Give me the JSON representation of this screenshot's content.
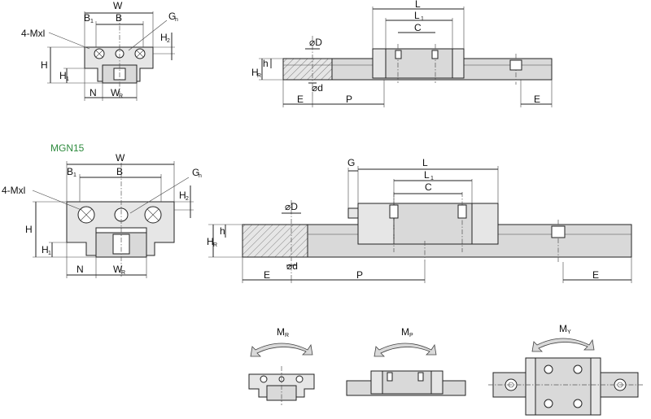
{
  "section_title": "MGN15",
  "labels": {
    "W": "W",
    "B": "B",
    "B1": "B",
    "B1_sub": "1",
    "Gn": "G",
    "Gn_sub": "n",
    "MxL": "4-Mxl",
    "H": "H",
    "H1": "H",
    "H1_sub": "1",
    "H2": "H",
    "H2_sub": "2",
    "N": "N",
    "WR": "W",
    "WR_sub": "R",
    "L": "L",
    "L1": "L",
    "L1_sub": "1",
    "C": "C",
    "D": "⌀D",
    "d": "⌀d",
    "h": "h",
    "HR": "H",
    "HR_sub": "R",
    "E": "E",
    "P": "P",
    "G": "G"
  },
  "moments": {
    "MR": "M",
    "MR_sub": "R",
    "MP": "M",
    "MP_sub": "P",
    "MY": "M",
    "MY_sub": "Y"
  },
  "colors": {
    "line": "#222222",
    "fill": "#e6e6e6",
    "accent_green": "#2e8b3e"
  }
}
